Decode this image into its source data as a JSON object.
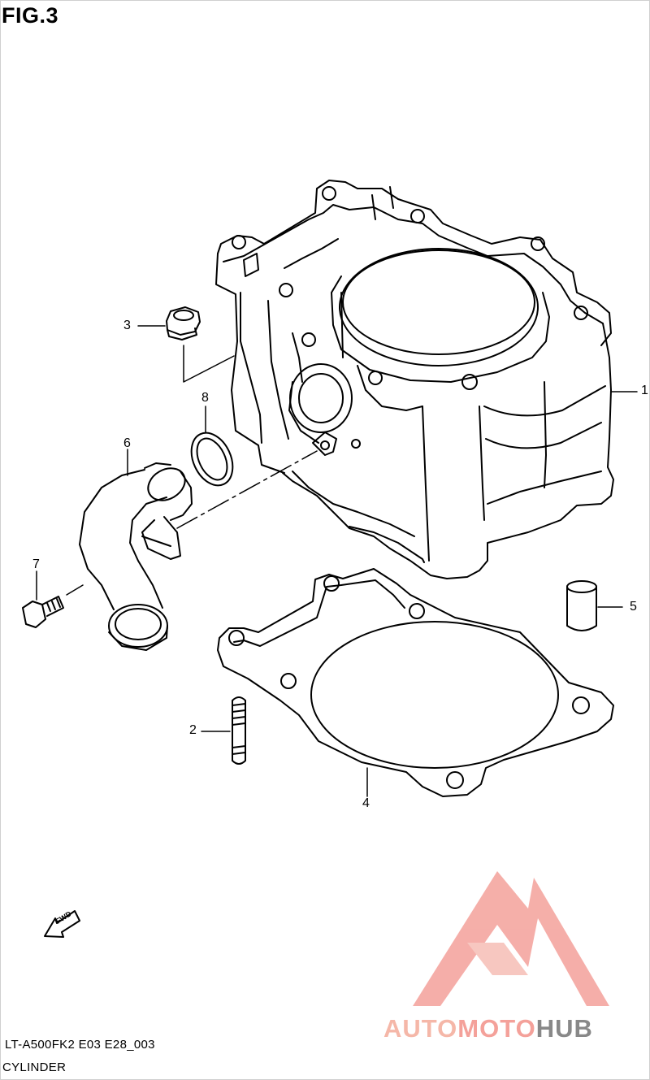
{
  "figure": {
    "title": "FIG.3",
    "model_code": "LT-A500FK2 E03 E28_003",
    "section_name": "CYLINDER",
    "direction_label": "FWD"
  },
  "callouts": [
    {
      "id": "1",
      "label": "1"
    },
    {
      "id": "2",
      "label": "2"
    },
    {
      "id": "3",
      "label": "3"
    },
    {
      "id": "4",
      "label": "4"
    },
    {
      "id": "5",
      "label": "5"
    },
    {
      "id": "6",
      "label": "6"
    },
    {
      "id": "7",
      "label": "7"
    },
    {
      "id": "8",
      "label": "8"
    }
  ],
  "brand": {
    "part1": "AUTO",
    "part2": "MOTO",
    "part3": "HUB",
    "colors": {
      "auto": "#f5b7a8",
      "moto": "#f4a19a",
      "hub": "#888888",
      "logo": "#f4a6a0"
    }
  }
}
